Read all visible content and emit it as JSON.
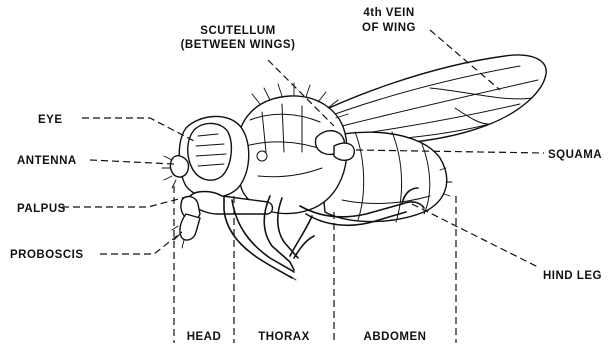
{
  "labels": {
    "scutellum_line1": "SCUTELLUM",
    "scutellum_line2": "(BETWEEN WINGS)",
    "vein_line1": "4th VEIN",
    "vein_line2": "OF WING",
    "eye": "EYE",
    "antenna": "ANTENNA",
    "palpus": "PALPUS",
    "proboscis": "PROBOSCIS",
    "squama": "SQUAMA",
    "hind_leg": "HIND LEG"
  },
  "regions": {
    "head": "HEAD",
    "thorax": "THORAX",
    "abdomen": "ABDOMEN"
  }
}
